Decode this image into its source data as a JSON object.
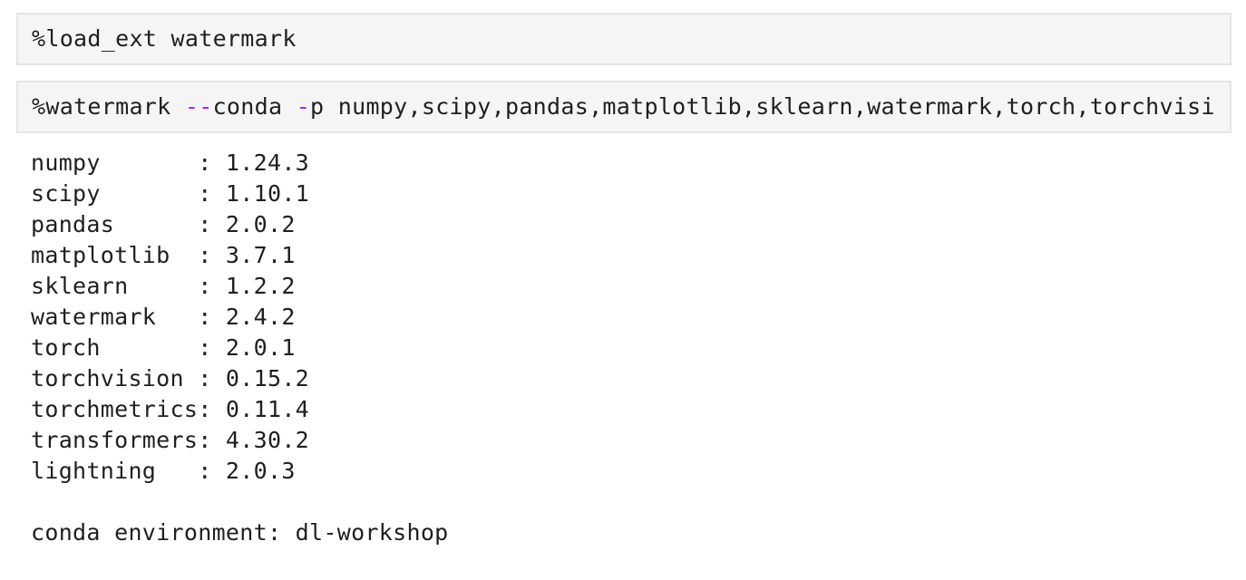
{
  "colors": {
    "page-bg": "#ffffff",
    "cell-bg": "#f5f5f5",
    "cell-border": "#e4e4e4",
    "code-text": "#1f1f1f",
    "operator": "#aa22ff"
  },
  "cells": [
    {
      "name": "load-ext-cell",
      "tokens": [
        {
          "text": "%load_ext watermark"
        }
      ]
    },
    {
      "name": "watermark-command-cell",
      "tokens": [
        {
          "text": "%watermark "
        },
        {
          "text": "--",
          "style": "op"
        },
        {
          "text": "conda "
        },
        {
          "text": "-",
          "style": "op"
        },
        {
          "text": "p numpy,scipy,pandas,matplotlib,sklearn,watermark,torch,torchvisi"
        }
      ]
    }
  ],
  "output": {
    "name_pad": 12,
    "separator": ": ",
    "packages": [
      {
        "name": "numpy",
        "version": "1.24.3"
      },
      {
        "name": "scipy",
        "version": "1.10.1"
      },
      {
        "name": "pandas",
        "version": "2.0.2"
      },
      {
        "name": "matplotlib",
        "version": "3.7.1"
      },
      {
        "name": "sklearn",
        "version": "1.2.2"
      },
      {
        "name": "watermark",
        "version": "2.4.2"
      },
      {
        "name": "torch",
        "version": "2.0.1"
      },
      {
        "name": "torchvision",
        "version": "0.15.2"
      },
      {
        "name": "torchmetrics",
        "version": "0.11.4"
      },
      {
        "name": "transformers",
        "version": "4.30.2"
      },
      {
        "name": "lightning",
        "version": "2.0.3"
      }
    ],
    "conda_label": "conda environment",
    "conda_environment": "dl-workshop"
  }
}
